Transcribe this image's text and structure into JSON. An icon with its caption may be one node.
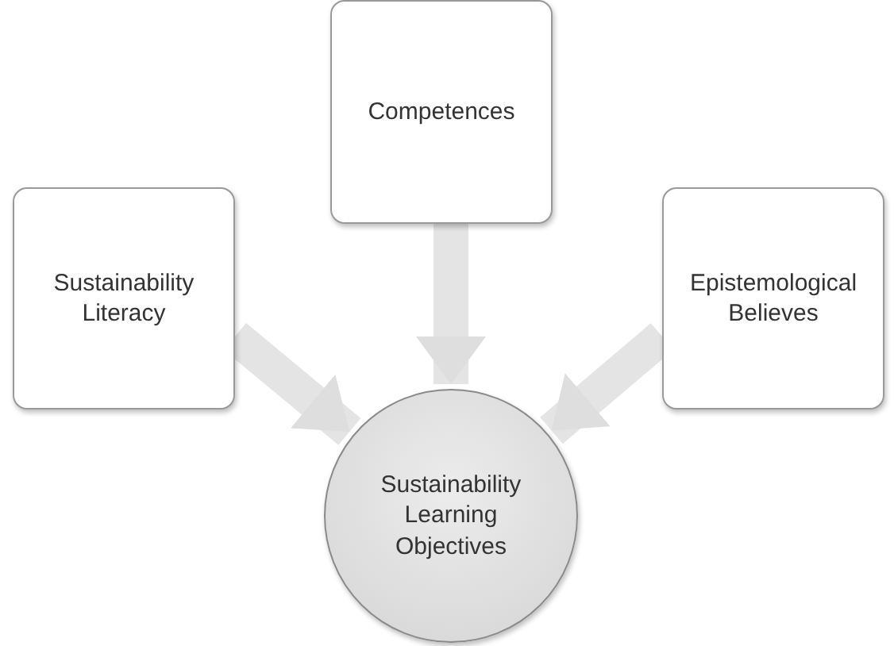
{
  "diagram": {
    "nodes": [
      {
        "text": [
          "Sustainability Literacy"
        ]
      },
      {
        "text": [
          "Competences"
        ]
      },
      {
        "text": [
          "Epistemological Believes"
        ]
      },
      {
        "text": [
          "Sustainability Learning Objectives"
        ]
      }
    ],
    "edges": [
      {
        "from": 0,
        "to": 3,
        "arrow": "to"
      },
      {
        "from": 1,
        "to": 3,
        "arrow": "to"
      },
      {
        "from": 2,
        "to": 3,
        "arrow": "to"
      }
    ]
  }
}
